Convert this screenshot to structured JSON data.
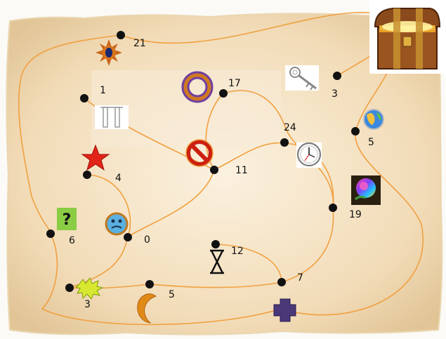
{
  "game": {
    "title": "",
    "nodes": [
      {
        "id": "n21",
        "label": "21"
      },
      {
        "id": "n1",
        "label": "1"
      },
      {
        "id": "n17",
        "label": "17"
      },
      {
        "id": "n3a",
        "label": "3"
      },
      {
        "id": "n24",
        "label": "24"
      },
      {
        "id": "n5a",
        "label": "5"
      },
      {
        "id": "n4",
        "label": "4"
      },
      {
        "id": "n11",
        "label": "11"
      },
      {
        "id": "n19",
        "label": "19"
      },
      {
        "id": "n6",
        "label": "6"
      },
      {
        "id": "n0",
        "label": "0"
      },
      {
        "id": "n12",
        "label": "12"
      },
      {
        "id": "n7",
        "label": "7"
      },
      {
        "id": "n3b",
        "label": "3"
      },
      {
        "id": "n5b",
        "label": "5"
      }
    ],
    "tokens": [
      {
        "icon": "sun-icon"
      },
      {
        "icon": "ring-icon"
      },
      {
        "icon": "key-icon"
      },
      {
        "icon": "pillars-icon"
      },
      {
        "icon": "globe-icon"
      },
      {
        "icon": "forbidden-icon"
      },
      {
        "icon": "clock-icon"
      },
      {
        "icon": "star-icon"
      },
      {
        "icon": "rose-icon"
      },
      {
        "icon": "question-icon"
      },
      {
        "icon": "smiley-icon"
      },
      {
        "icon": "hourglass-icon"
      },
      {
        "icon": "burst-icon"
      },
      {
        "icon": "moon-icon"
      },
      {
        "icon": "cross-icon"
      },
      {
        "icon": "treasure-chest-icon"
      }
    ],
    "colors": {
      "path": "#f0a040",
      "parchment": "#f3dfbf",
      "node": "#111111"
    }
  }
}
